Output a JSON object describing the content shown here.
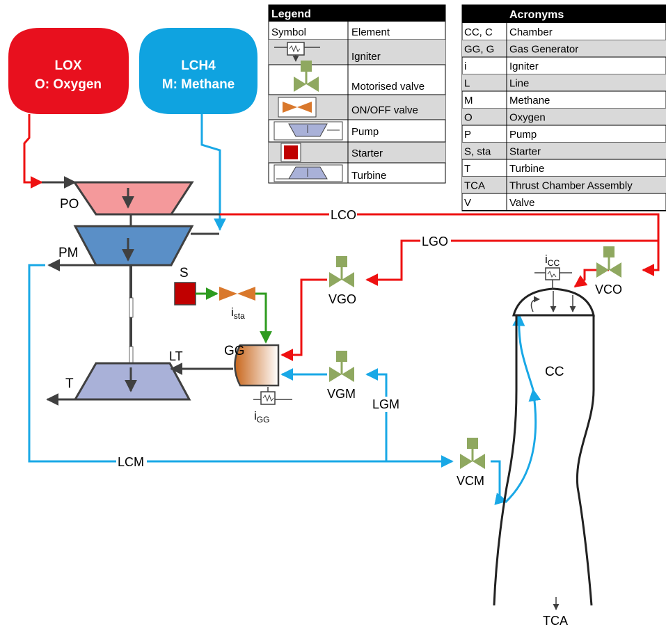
{
  "tanks": {
    "lox": {
      "line1": "LOX",
      "line2": "O: Oxygen",
      "color": "#e8101e"
    },
    "lch4": {
      "line1": "LCH4",
      "line2": "M: Methane",
      "color": "#0fa3e0"
    }
  },
  "colors": {
    "oxygen_line": "#ee1111",
    "methane_line": "#19a8e6",
    "starter_line": "#2e9b1f",
    "pump_o": "#f4999b",
    "pump_m": "#5a8fc7",
    "turbine": "#a9b1d8",
    "valve": "#8fa860",
    "onoff_valve": "#d9782c",
    "starter": "#c00000"
  },
  "labels": {
    "po": "PO",
    "pm": "PM",
    "t": "T",
    "lt": "LT",
    "gg": "GG",
    "s": "S",
    "i_sta_base": "i",
    "i_sta_sub": "sta",
    "i_gg_base": "i",
    "i_gg_sub": "GG",
    "i_cc_base": "i",
    "i_cc_sub": "CC",
    "vgo": "VGO",
    "vgm": "VGM",
    "vcm": "VCM",
    "vco": "VCO",
    "lco": "LCO",
    "lgo": "LGO",
    "lgm": "LGM",
    "lcm": "LCM",
    "cc": "CC",
    "tca": "TCA"
  },
  "legend": {
    "title": "Legend",
    "col_symbol": "Symbol",
    "col_element": "Element",
    "rows": [
      "Igniter",
      "Motorised valve",
      "ON/OFF valve",
      "Pump",
      "Starter",
      "Turbine"
    ]
  },
  "acronyms": {
    "title": "Acronyms",
    "rows": [
      {
        "abbr": "CC, C",
        "meaning": "Chamber"
      },
      {
        "abbr": "GG, G",
        "meaning": "Gas Generator"
      },
      {
        "abbr": "i",
        "meaning": "Igniter"
      },
      {
        "abbr": "L",
        "meaning": "Line"
      },
      {
        "abbr": "M",
        "meaning": "Methane"
      },
      {
        "abbr": "O",
        "meaning": "Oxygen"
      },
      {
        "abbr": "P",
        "meaning": "Pump"
      },
      {
        "abbr": "S, sta",
        "meaning": "Starter"
      },
      {
        "abbr": "T",
        "meaning": "Turbine"
      },
      {
        "abbr": "TCA",
        "meaning": "Thrust Chamber Assembly"
      },
      {
        "abbr": "V",
        "meaning": "Valve"
      }
    ]
  }
}
